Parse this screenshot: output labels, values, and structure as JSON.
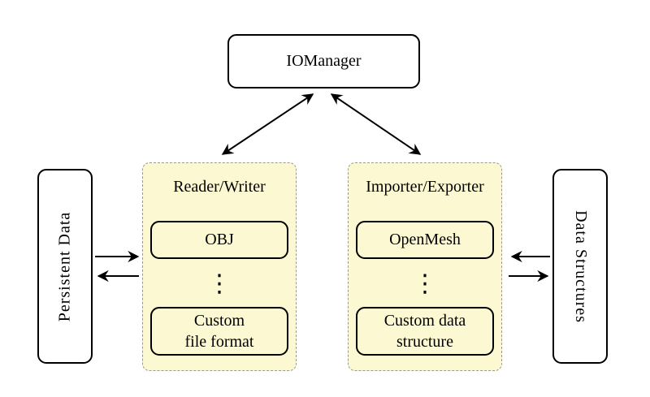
{
  "nodes": {
    "io_manager": {
      "label": "IOManager"
    },
    "persistent_data": {
      "label": "Persistent Data"
    },
    "data_structures": {
      "label": "Data Structures"
    },
    "reader_writer": {
      "label": "Reader/Writer",
      "items": {
        "top": "OBJ",
        "ellipsis": "⋮",
        "bottom_line1": "Custom",
        "bottom_line2": "file format"
      }
    },
    "importer_exporter": {
      "label": "Importer/Exporter",
      "items": {
        "top": "OpenMesh",
        "ellipsis": "⋮",
        "bottom_line1": "Custom data",
        "bottom_line2": "structure"
      }
    }
  },
  "arrows": {
    "io_manager_reader_writer": "bidirectional",
    "io_manager_importer_exporter": "bidirectional",
    "persistent_to_reader": "right",
    "reader_to_persistent": "left",
    "structures_to_importer": "left",
    "importer_to_structures": "right"
  },
  "colors": {
    "background": "#FFFFFF",
    "group_fill": "#FCF9D2",
    "group_border": "#999999",
    "node_border": "#000000",
    "arrow": "#000000"
  }
}
